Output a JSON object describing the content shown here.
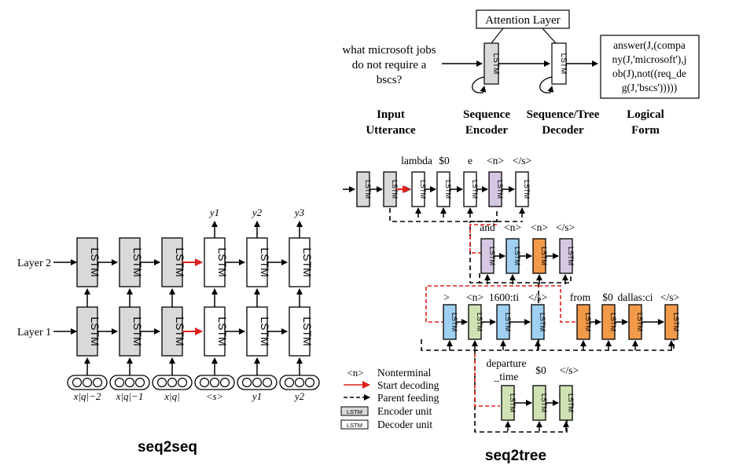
{
  "colors": {
    "encoder": "#d9d9d9",
    "decoder": "#ffffff",
    "purple": "#d6c8e2",
    "blue": "#9fd0f2",
    "orange": "#f29a4a",
    "green": "#cfe2b4",
    "red": "#e0201b",
    "stroke": "#000000"
  },
  "unit_label": "LSTM",
  "seq2seq": {
    "caption": "seq2seq",
    "layer2": "Layer 2",
    "layer1": "Layer 1",
    "outputs": [
      "y1",
      "y2",
      "y3"
    ],
    "inputs": [
      "x|q|−2",
      "x|q|−1",
      "x|q|",
      "<s>",
      "y1",
      "y2"
    ]
  },
  "overview": {
    "attention": "Attention Layer",
    "utterance": [
      "what microsoft jobs",
      "do not require a",
      "bscs?"
    ],
    "logical_form": [
      "answer(J,(compa",
      "ny(J,'microsoft'),j",
      "ob(J),not((req_de",
      "g(J,'bscs')))))"
    ],
    "stage_labels": [
      [
        "Input",
        "Utterance"
      ],
      [
        "Sequence",
        "Encoder"
      ],
      [
        "Sequence/Tree",
        "Decoder"
      ],
      [
        "Logical",
        "Form"
      ]
    ]
  },
  "seq2tree": {
    "caption": "seq2tree",
    "row1_labels": [
      "lambda",
      "$0",
      "e",
      "<n>",
      "</s>"
    ],
    "row2_labels": [
      "and",
      "<n>",
      "<n>",
      "</s>"
    ],
    "row3_labels": [
      ">",
      "<n>",
      "1600:ti",
      "</s>"
    ],
    "row3b_labels": [
      "from",
      "$0",
      "dallas:ci",
      "</s>"
    ],
    "row4_labels": [
      "departure",
      "_time",
      "$0",
      "</s>"
    ],
    "legend": {
      "nonterminal_symbol": "<n>",
      "nonterminal": "Nonterminal",
      "start": "Start decoding",
      "parent": "Parent feeding",
      "encoder": "Encoder unit",
      "decoder": "Decoder unit"
    }
  }
}
